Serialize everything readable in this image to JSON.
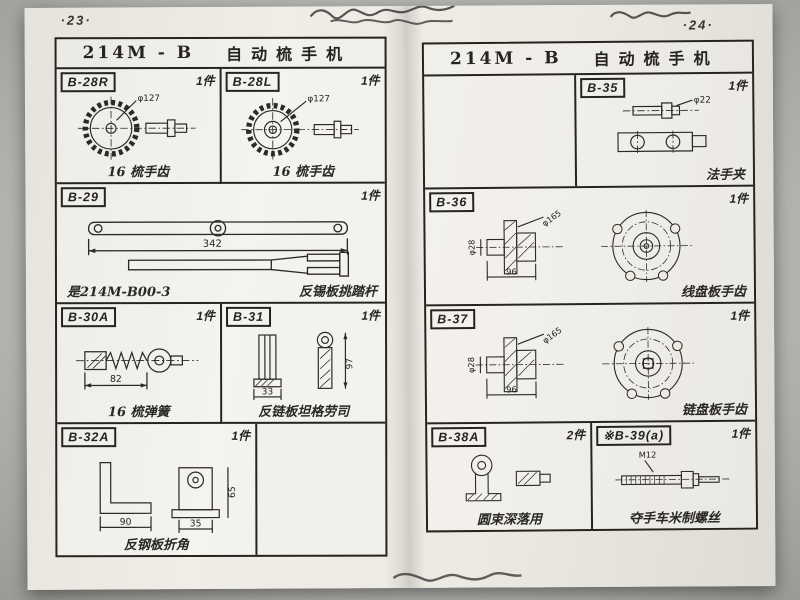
{
  "meta": {
    "left_page_number": "·23·",
    "right_page_number": "·24·"
  },
  "left_page": {
    "title": "214M - B",
    "subtitle": "自动梳手机",
    "cells": {
      "b28r": {
        "code": "B-28R",
        "qty": "1件",
        "dim1": "φ127",
        "caption": "16 梳手齿"
      },
      "b28l": {
        "code": "B-28L",
        "qty": "1件",
        "dim1": "φ127",
        "caption": "16 梳手齿"
      },
      "b29": {
        "code": "B-29",
        "qty": "1件",
        "dim1": "342",
        "caption_left": "是214M-B00-3",
        "caption_right": "反锡板挑踏杆"
      },
      "b30a": {
        "code": "B-30A",
        "qty": "1件",
        "dim1": "82",
        "caption": "16 梳弹簧"
      },
      "b31": {
        "code": "B-31",
        "qty": "1件",
        "dim1": "33",
        "dim2": "97",
        "caption": "反链板坦格劳司"
      },
      "b32a": {
        "code": "B-32A",
        "qty": "1件",
        "dim1": "90",
        "dim2": "35",
        "dim3": "65",
        "caption": "反钢板折角"
      }
    }
  },
  "right_page": {
    "title": "214M - B",
    "subtitle": "自动梳手机",
    "cells": {
      "b35": {
        "code": "B-35",
        "qty": "1件",
        "dim1": "φ22",
        "caption": "法手夹"
      },
      "b36": {
        "code": "B-36",
        "qty": "1件",
        "dim1": "φ28",
        "dim2": "φ165",
        "dim3": "96",
        "caption": "线盘板手齿"
      },
      "b37": {
        "code": "B-37",
        "qty": "1件",
        "dim1": "φ28",
        "dim2": "φ165",
        "dim3": "96",
        "caption": "链盘板手齿"
      },
      "b38a": {
        "code": "B-38A",
        "qty": "2件",
        "caption": "圆束深落用"
      },
      "b39": {
        "code": "※B-39(a)",
        "qty": "1件",
        "dim1": "M12",
        "caption": "夺手车米制螺丝"
      }
    }
  }
}
